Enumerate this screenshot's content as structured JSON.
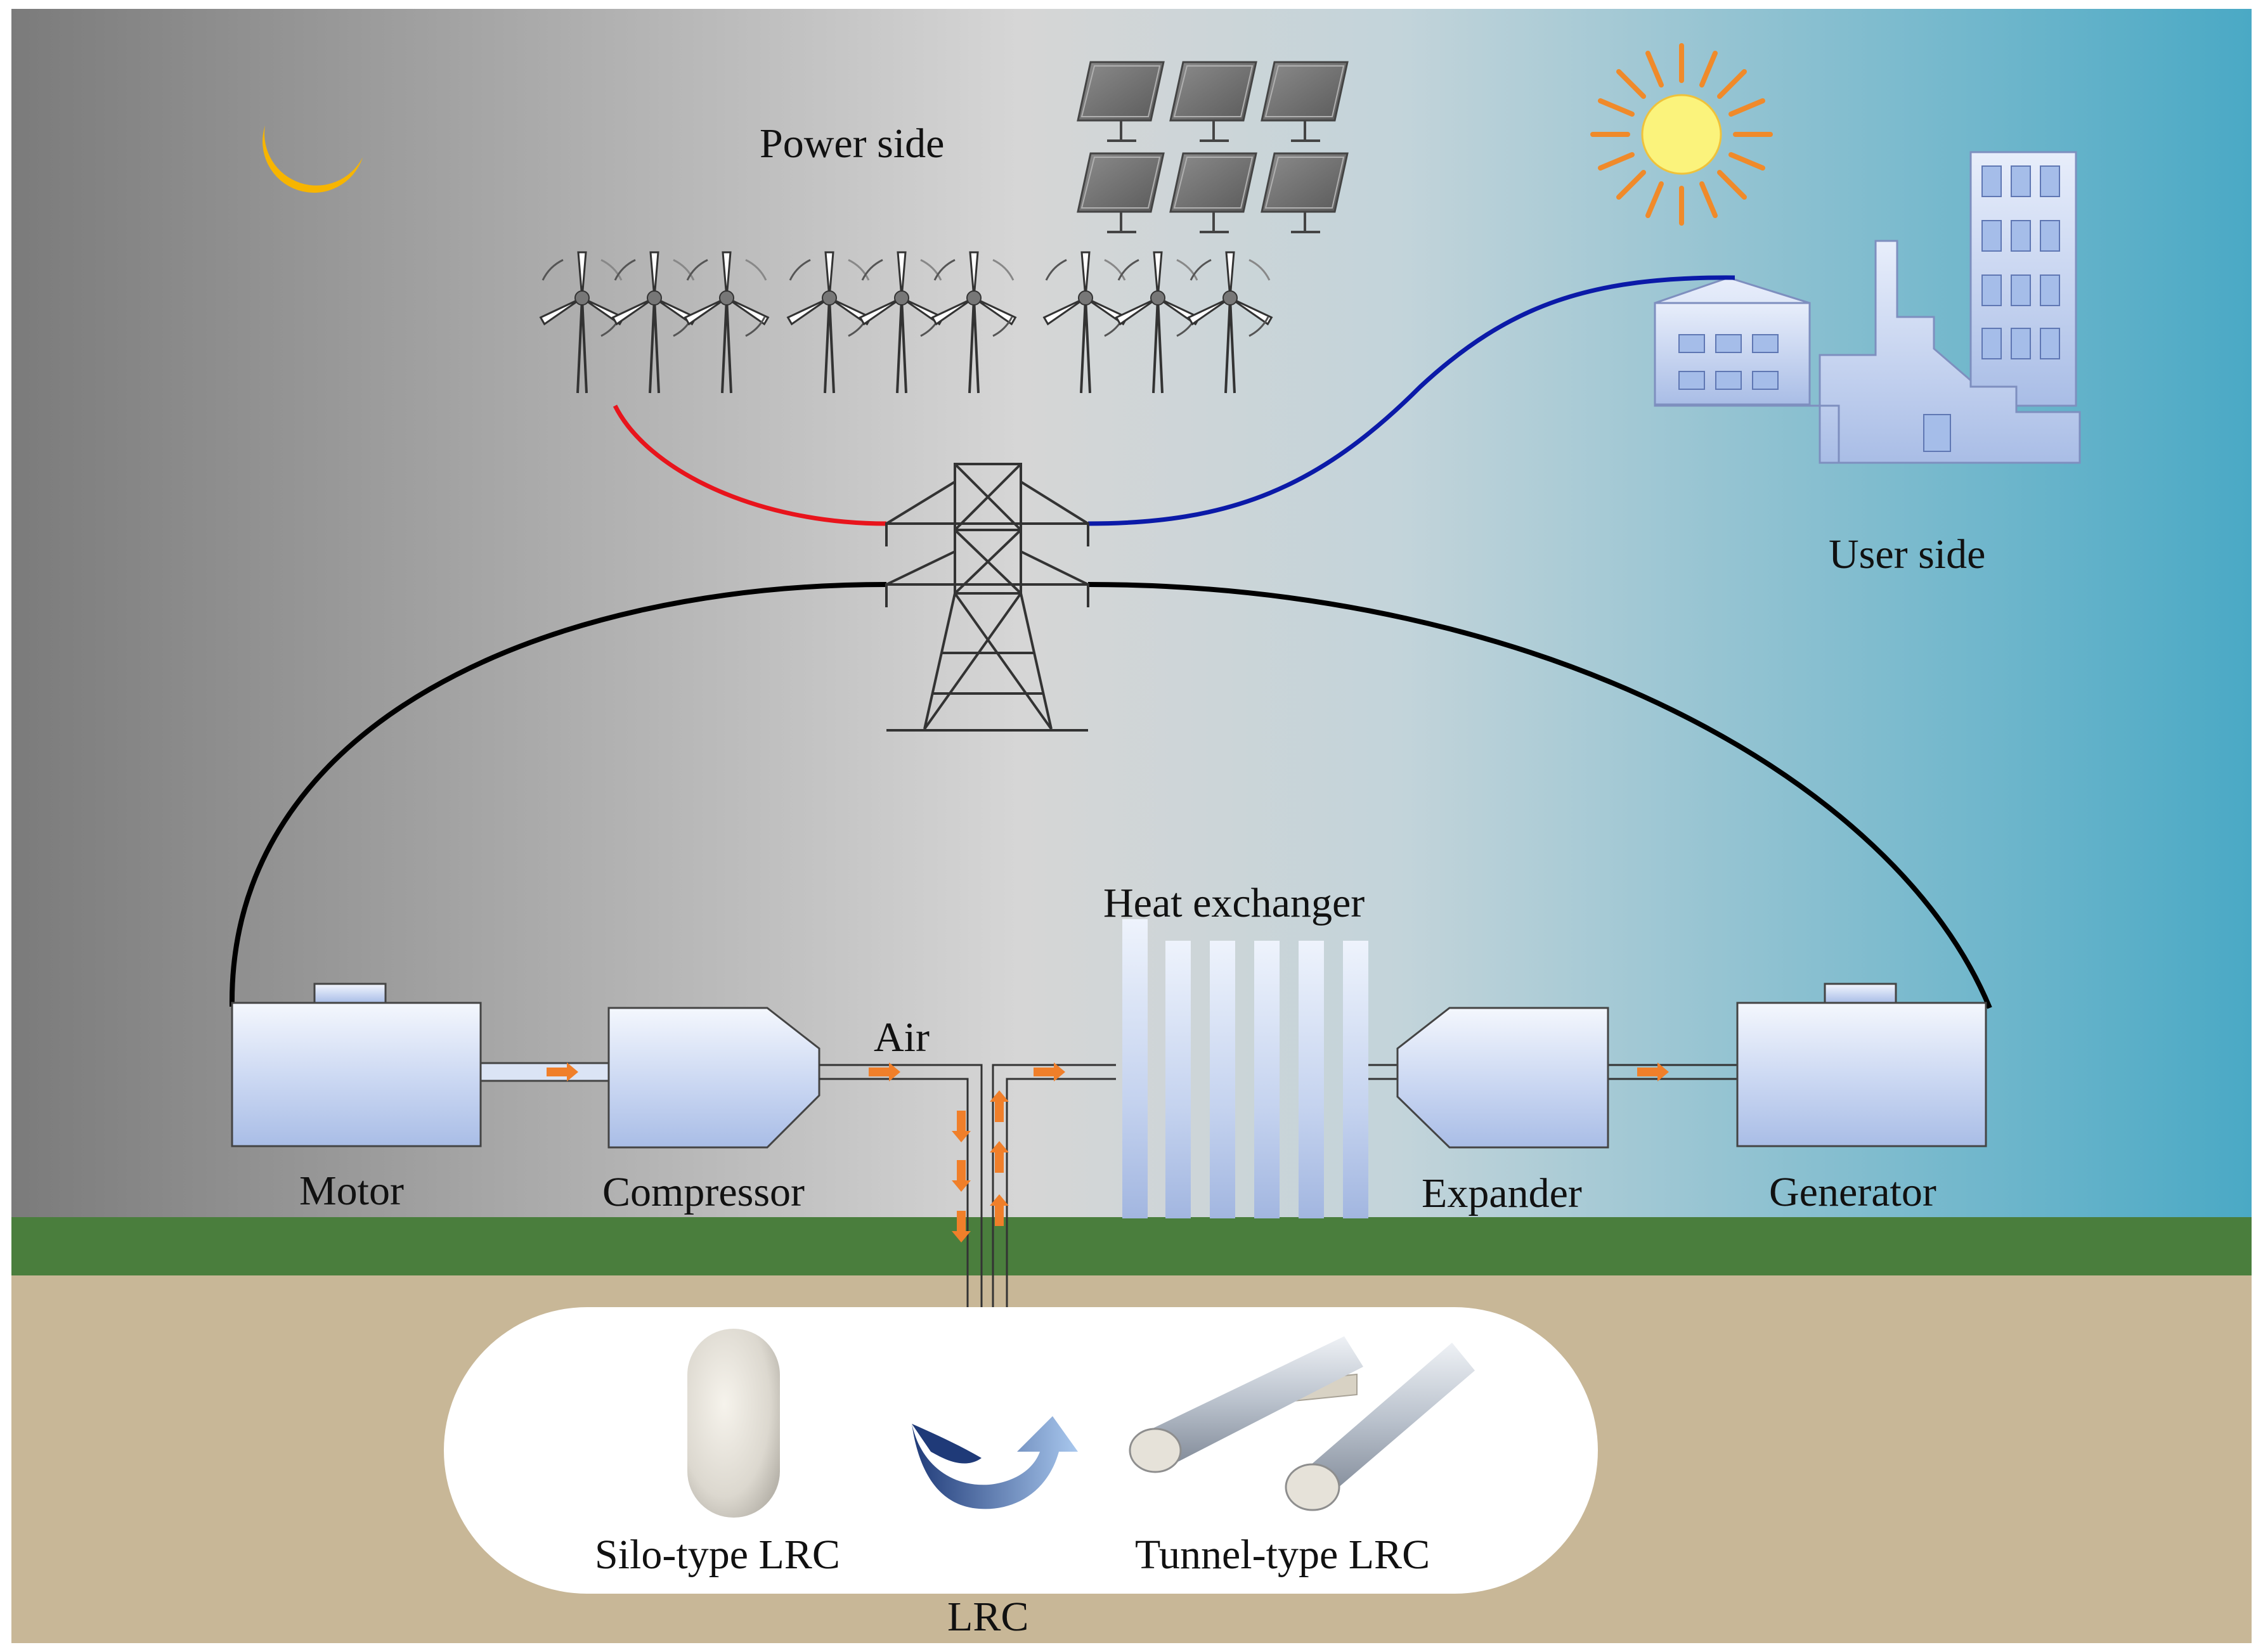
{
  "labels": {
    "power_side": "Power side",
    "user_side": "User side",
    "heat_exchanger": "Heat exchanger",
    "air": "Air",
    "motor": "Motor",
    "compressor": "Compressor",
    "expander": "Expander",
    "generator": "Generator",
    "silo_lrc": "Silo-type LRC",
    "tunnel_lrc": "Tunnel-type LRC",
    "lrc": "LRC"
  },
  "icons": {
    "moon": "crescent-moon-icon",
    "sun": "sun-icon",
    "solar": "solar-panel-icon",
    "wind": "wind-turbine-icon",
    "tower": "transmission-tower-icon",
    "factory": "factory-icon"
  },
  "colors": {
    "sky_left": "#7b7b7b",
    "sky_mid": "#d4d4d4",
    "sky_right": "#4aa9c5",
    "grass": "#4a7e3d",
    "soil": "#c8b797",
    "moon": "#f7b500",
    "sun_fill": "#fbf37c",
    "sun_rays": "#f08a2a",
    "grid_input_line": "#e8141c",
    "grid_output_line": "#0b1aa8",
    "power_line": "#000000",
    "air_arrow": "#f07f2a",
    "machine_fill": "#cad7f2"
  }
}
